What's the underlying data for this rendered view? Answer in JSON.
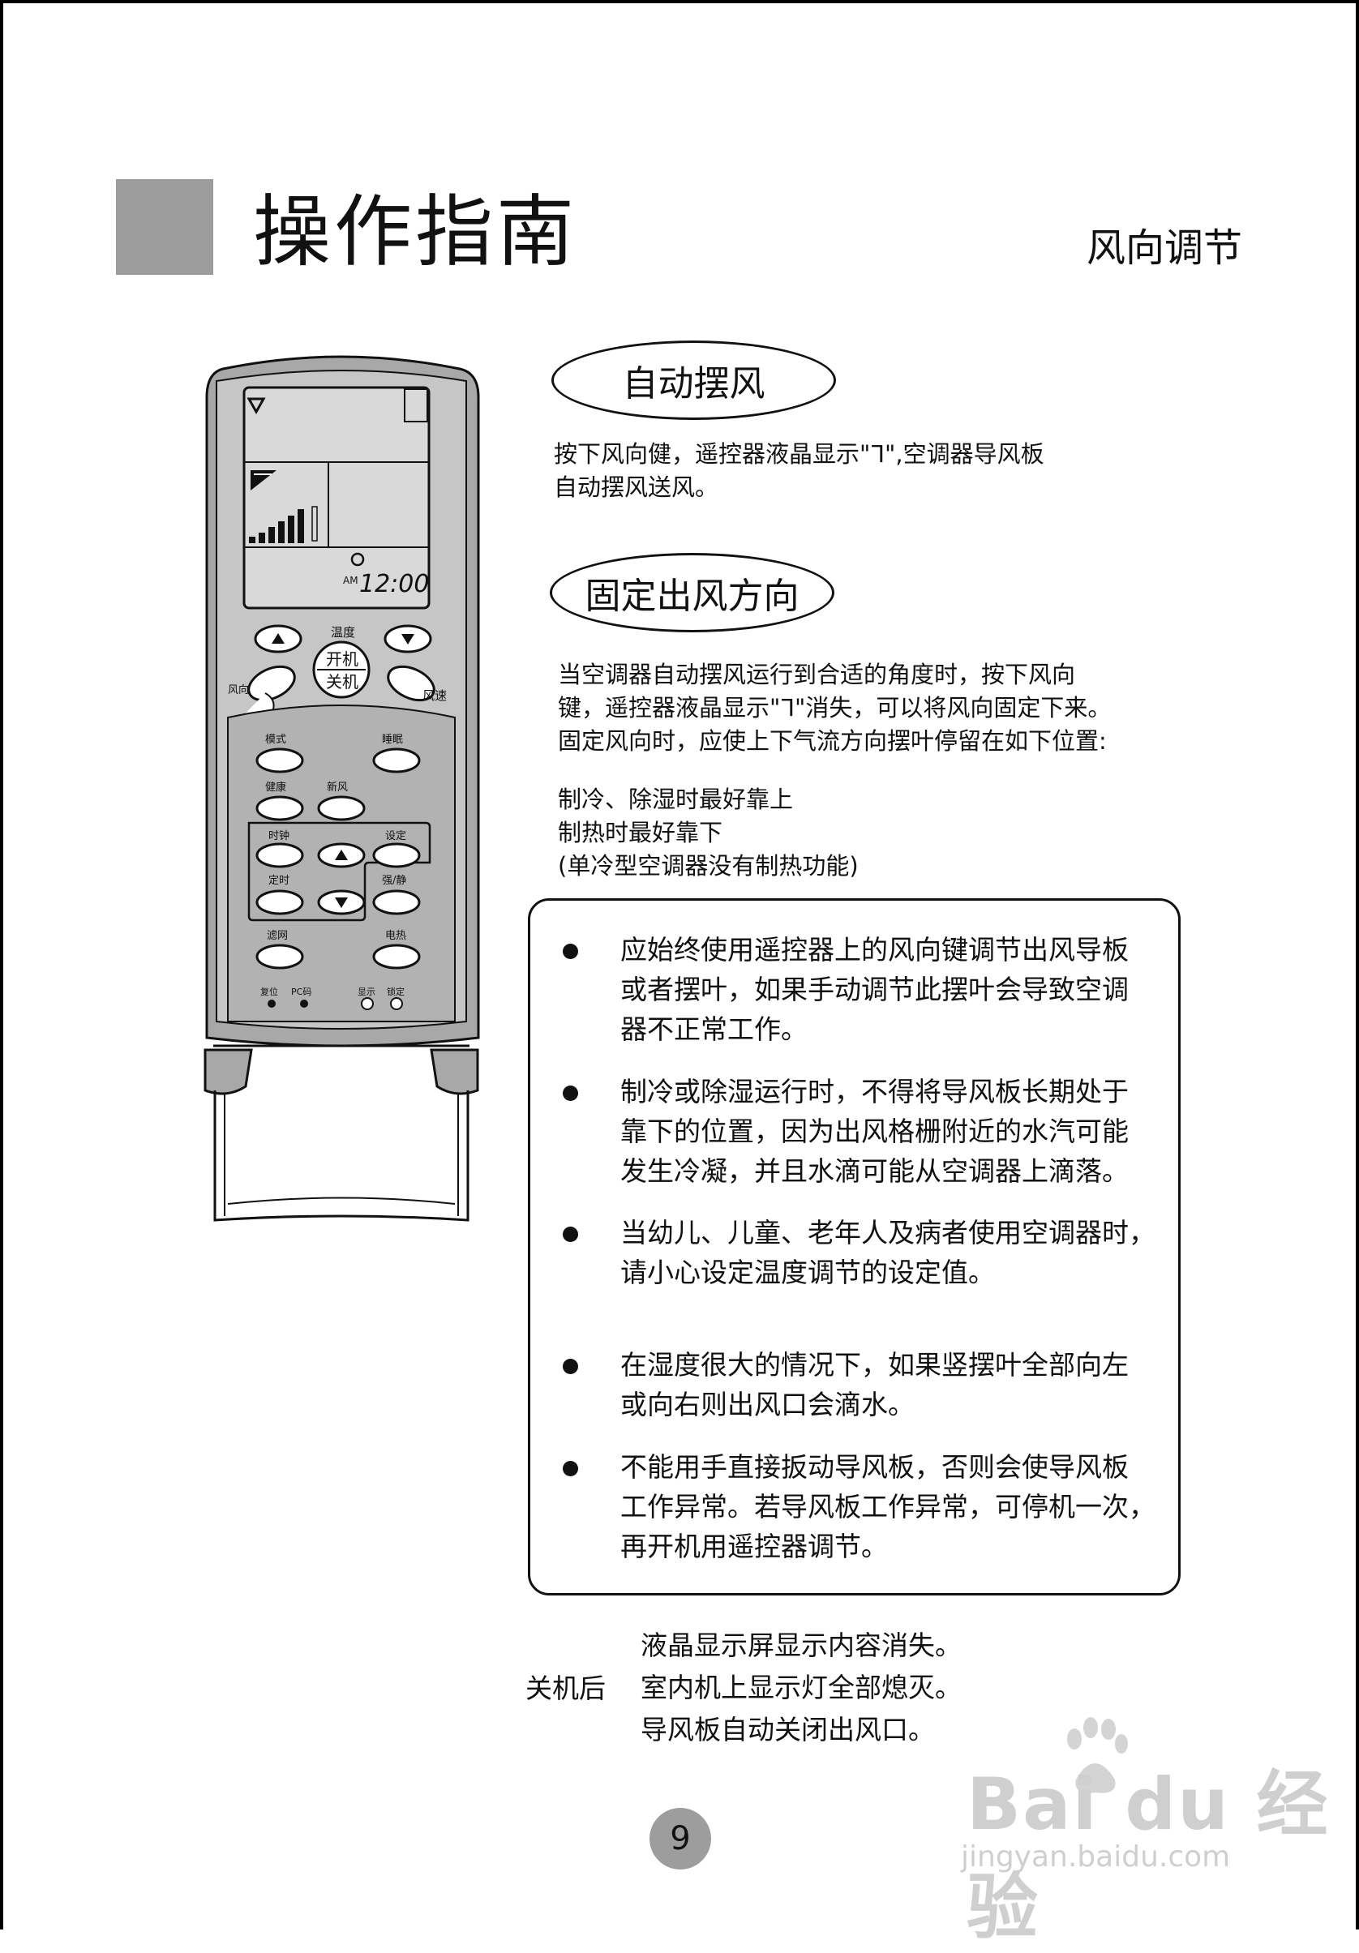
{
  "header": {
    "title": "操作指南",
    "section": "风向调节"
  },
  "auto_swing": {
    "label": "自动摆风",
    "lines": [
      "按下风向健，遥控器液晶显示\"ᒣ\",空调器导风板",
      "自动摆风送风。"
    ]
  },
  "fixed_direction": {
    "label": "固定出风方向",
    "lines": [
      "当空调器自动摆风运行到合适的角度时，按下风向",
      "键，遥控器液晶显示\"ᒣ\"消失，可以将风向固定下来。",
      "固定风向时，应使上下气流方向摆叶停留在如下位置:"
    ],
    "positions": [
      "制冷、除湿时最好靠上",
      "制热时最好靠下",
      "(单冷型空调器没有制热功能)"
    ]
  },
  "notes": [
    {
      "lines": [
        "应始终使用遥控器上的风向键调节出风导板",
        "或者摆叶，如果手动调节此摆叶会导致空调",
        "器不正常工作。"
      ]
    },
    {
      "lines": [
        "制冷或除湿运行时，不得将导风板长期处于",
        "靠下的位置，因为出风格栅附近的水汽可能",
        "发生冷凝，并且水滴可能从空调器上滴落。"
      ]
    },
    {
      "lines": [
        "当幼儿、儿童、老年人及病者使用空调器时，",
        "请小心设定温度调节的设定值。"
      ]
    },
    {
      "lines": [
        "在湿度很大的情况下，如果竖摆叶全部向左",
        "或向右则出风口会滴水。"
      ]
    },
    {
      "lines": [
        "不能用手直接扳动导风板，否则会使导风板",
        "工作异常。若导风板工作异常，可停机一次，",
        "再开机用遥控器调节。"
      ]
    }
  ],
  "after_off": {
    "label": "关机后",
    "lines": [
      "液晶显示屏显示内容消失。",
      "室内机上显示灯全部熄灭。",
      "导风板自动关闭出风口。"
    ]
  },
  "remote": {
    "lcd_time": "12:00",
    "lcd_am": "AM",
    "buttons": {
      "temp": "温度",
      "power_on": "开机",
      "power_off": "关机",
      "swing": "风向",
      "speed": "风速",
      "mode": "模式",
      "sleep": "睡眠",
      "health": "健康",
      "fresh": "新风",
      "clock": "时钟",
      "set": "设定",
      "timer": "定时",
      "turbo_quiet": "强/静",
      "filter": "滤网",
      "heater": "电热",
      "reset": "复位",
      "pc_code": "PC码",
      "display": "显示",
      "lock": "锁定"
    }
  },
  "page_number": "9",
  "watermark": {
    "brand": "Bai du 经验",
    "url": "jingyan.baidu.com"
  }
}
